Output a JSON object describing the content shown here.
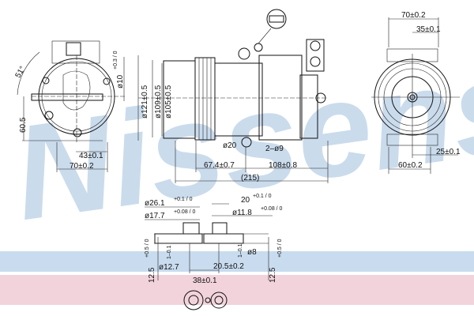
{
  "watermark": {
    "brand": "Nissens",
    "color": "#b9cfe6"
  },
  "band_colors": {
    "blue": "#c9dcef",
    "pink": "#f2d3dc"
  },
  "front_view": {
    "angle": "51°",
    "height": "60.5",
    "hole": "ø10",
    "hole_tol": "+0.3 / 0",
    "offset": "43±0.1",
    "width": "70±0.2"
  },
  "side_view": {
    "connector_label": "",
    "d1": "ø121±0.5",
    "d2": "ø109±0.5",
    "d3": "ø105±0.5",
    "mount": "ø20",
    "holes": "2–ø9",
    "dist1": "67.4±0.7",
    "dist2": "108±0.8",
    "overall": "(215)"
  },
  "rear_view": {
    "width": "70±0.2",
    "half": "35±0.1",
    "offset": "25±0.1",
    "base": "60±0.2"
  },
  "port_detail": {
    "d_outer_left": "ø26.1",
    "d_outer_left_tol": "+0.1 / 0",
    "d_inner_left": "ø17.7",
    "d_inner_left_tol": "+0.08 / 0",
    "width_right": "20",
    "width_right_tol": "+0.1 / 0",
    "d_inner_right": "ø11.8",
    "d_inner_right_tol": "+0.08 / 0",
    "depth_left": "1–0.1",
    "depth_right": "1–0.1",
    "d_bore_left": "ø12.7",
    "d_bore_right": "ø8",
    "spacing": "20.5±0.2",
    "center": "38±0.1",
    "height_left": "12.5",
    "height_left_tol": "+0.5 / 0",
    "height_right": "12.5",
    "height_right_tol": "+0.5 / 0"
  }
}
